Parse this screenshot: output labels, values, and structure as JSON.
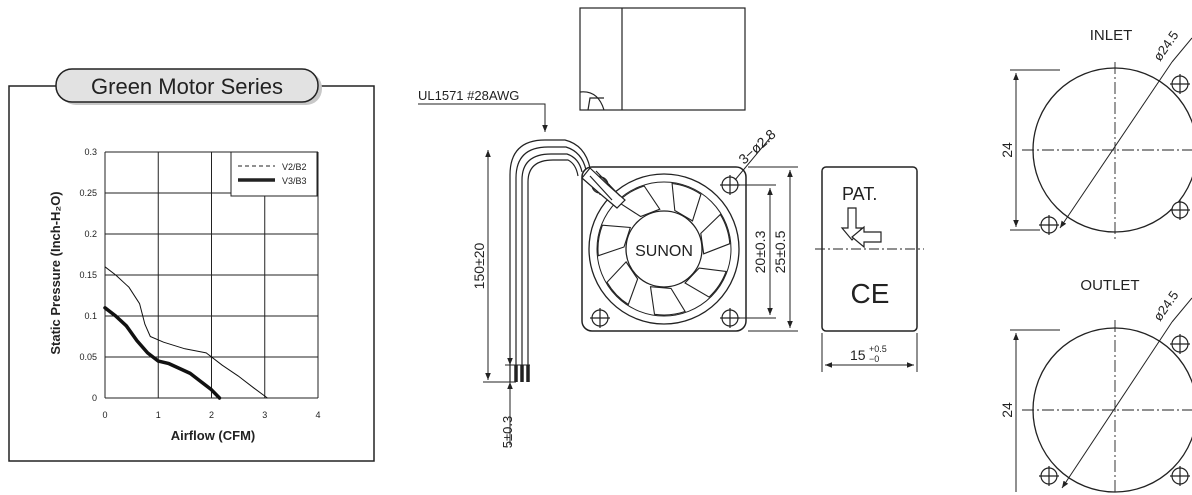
{
  "chart_panel": {
    "title": "Green Motor Series"
  },
  "chart_data": {
    "type": "line",
    "xlabel": "Airflow (CFM)",
    "ylabel": "Static Pressure (Inch-H₂O)",
    "xlim": [
      0,
      4
    ],
    "ylim": [
      0,
      0.3
    ],
    "x_ticks": [
      "0",
      "1",
      "2",
      "3",
      "4"
    ],
    "y_ticks": [
      "0",
      "0.05",
      "0.1",
      "0.15",
      "0.2",
      "0.25",
      "0.3"
    ],
    "grid": true,
    "legend_position": "top-right",
    "series": [
      {
        "name": "V2/B2",
        "style": "thin",
        "points": [
          [
            0,
            0.16
          ],
          [
            0.2,
            0.15
          ],
          [
            0.45,
            0.135
          ],
          [
            0.65,
            0.115
          ],
          [
            0.75,
            0.09
          ],
          [
            0.85,
            0.075
          ],
          [
            1.1,
            0.068
          ],
          [
            1.5,
            0.06
          ],
          [
            1.9,
            0.055
          ],
          [
            2.2,
            0.04
          ],
          [
            2.5,
            0.027
          ],
          [
            2.8,
            0.012
          ],
          [
            3.05,
            0
          ]
        ]
      },
      {
        "name": "V3/B3",
        "style": "thick",
        "points": [
          [
            0,
            0.11
          ],
          [
            0.2,
            0.1
          ],
          [
            0.4,
            0.088
          ],
          [
            0.6,
            0.07
          ],
          [
            0.8,
            0.055
          ],
          [
            1.0,
            0.045
          ],
          [
            1.2,
            0.042
          ],
          [
            1.4,
            0.036
          ],
          [
            1.6,
            0.03
          ],
          [
            1.8,
            0.02
          ],
          [
            2.0,
            0.01
          ],
          [
            2.15,
            0
          ]
        ]
      }
    ]
  },
  "drawing": {
    "cable_spec": "UL1571  #28AWG",
    "hole_spec": "3−ø2.8",
    "brand": "SUNON",
    "dim_lead_length": "150±20",
    "dim_strip": "5±0.3",
    "dim_hole_pitch": "20±0.3",
    "dim_frame": "25±0.5",
    "dim_depth": "15",
    "dim_depth_tol_upper": "+0.5",
    "dim_depth_tol_lower": "−0",
    "label_pat": "PAT.",
    "label_ce": "CE"
  },
  "inlet": {
    "title": "INLET",
    "dim_height": "24",
    "dim_diameter": "ø24.5"
  },
  "outlet": {
    "title": "OUTLET",
    "dim_height": "24",
    "dim_diameter": "ø24.5"
  }
}
